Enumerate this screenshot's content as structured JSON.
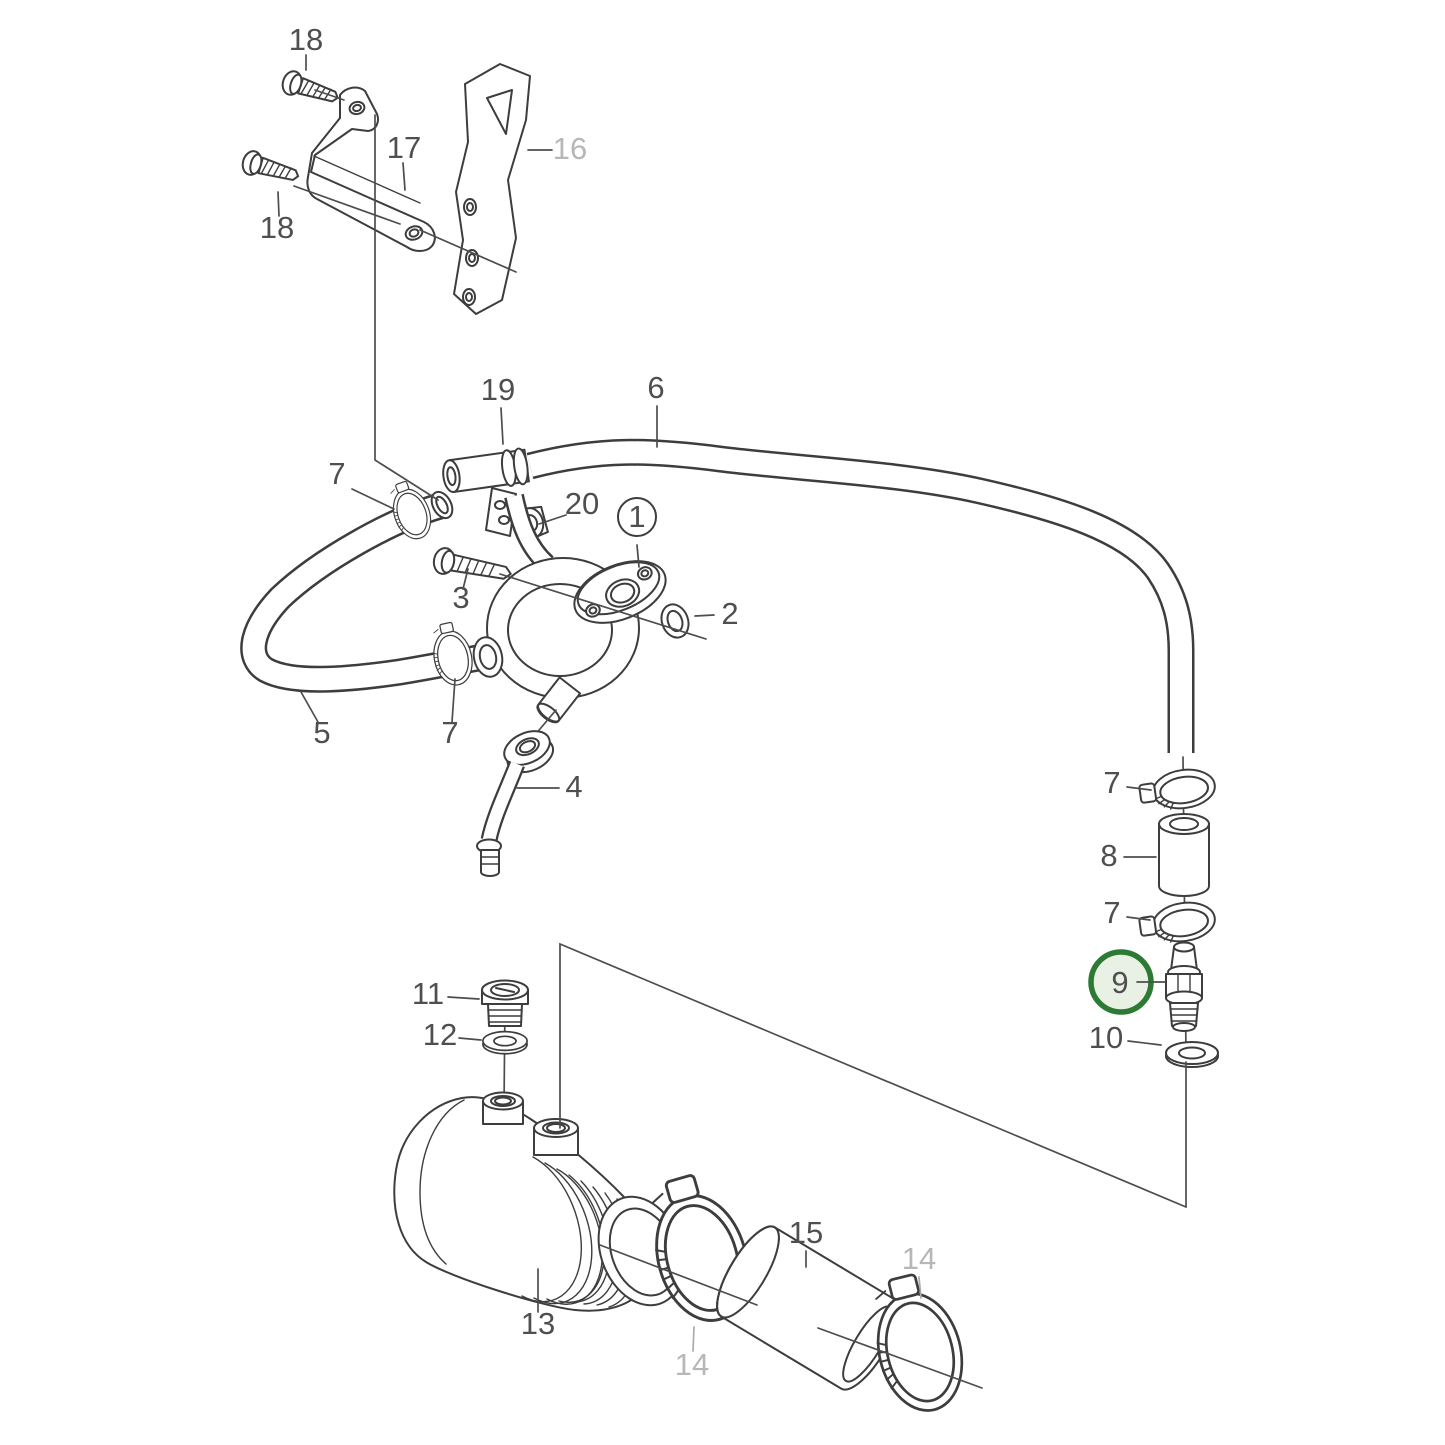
{
  "diagram": {
    "title": "exploded-parts-diagram",
    "colors": {
      "background": "#ffffff",
      "line": "#3d3d3d",
      "label_dark": "#4f4f4f",
      "label_gray": "#b7b7b7",
      "highlight_fill": "#e9f1e5",
      "highlight_stroke": "#2c7a33"
    },
    "highlight": {
      "part": "9"
    },
    "labels": [
      {
        "id": "18-upper",
        "text": "18",
        "tone": "dark"
      },
      {
        "id": "17",
        "text": "17",
        "tone": "dark"
      },
      {
        "id": "16",
        "text": "16",
        "tone": "gray"
      },
      {
        "id": "18-lower",
        "text": "18",
        "tone": "dark"
      },
      {
        "id": "19",
        "text": "19",
        "tone": "dark"
      },
      {
        "id": "6",
        "text": "6",
        "tone": "dark"
      },
      {
        "id": "7-hose-upper",
        "text": "7",
        "tone": "dark"
      },
      {
        "id": "20",
        "text": "20",
        "tone": "dark"
      },
      {
        "id": "1-circled",
        "text": "1",
        "tone": "dark",
        "circled": true
      },
      {
        "id": "3",
        "text": "3",
        "tone": "dark"
      },
      {
        "id": "2",
        "text": "2",
        "tone": "dark"
      },
      {
        "id": "5",
        "text": "5",
        "tone": "dark"
      },
      {
        "id": "7-hose-lower",
        "text": "7",
        "tone": "dark"
      },
      {
        "id": "4",
        "text": "4",
        "tone": "dark"
      },
      {
        "id": "7-right-upper",
        "text": "7",
        "tone": "dark"
      },
      {
        "id": "8",
        "text": "8",
        "tone": "dark"
      },
      {
        "id": "7-right-lower",
        "text": "7",
        "tone": "dark"
      },
      {
        "id": "9-highlighted",
        "text": "9",
        "tone": "dark",
        "highlighted": true
      },
      {
        "id": "10",
        "text": "10",
        "tone": "dark"
      },
      {
        "id": "11",
        "text": "11",
        "tone": "dark"
      },
      {
        "id": "12",
        "text": "12",
        "tone": "dark"
      },
      {
        "id": "13",
        "text": "13",
        "tone": "dark"
      },
      {
        "id": "14-left",
        "text": "14",
        "tone": "gray"
      },
      {
        "id": "15",
        "text": "15",
        "tone": "dark"
      },
      {
        "id": "14-right",
        "text": "14",
        "tone": "gray"
      }
    ]
  }
}
